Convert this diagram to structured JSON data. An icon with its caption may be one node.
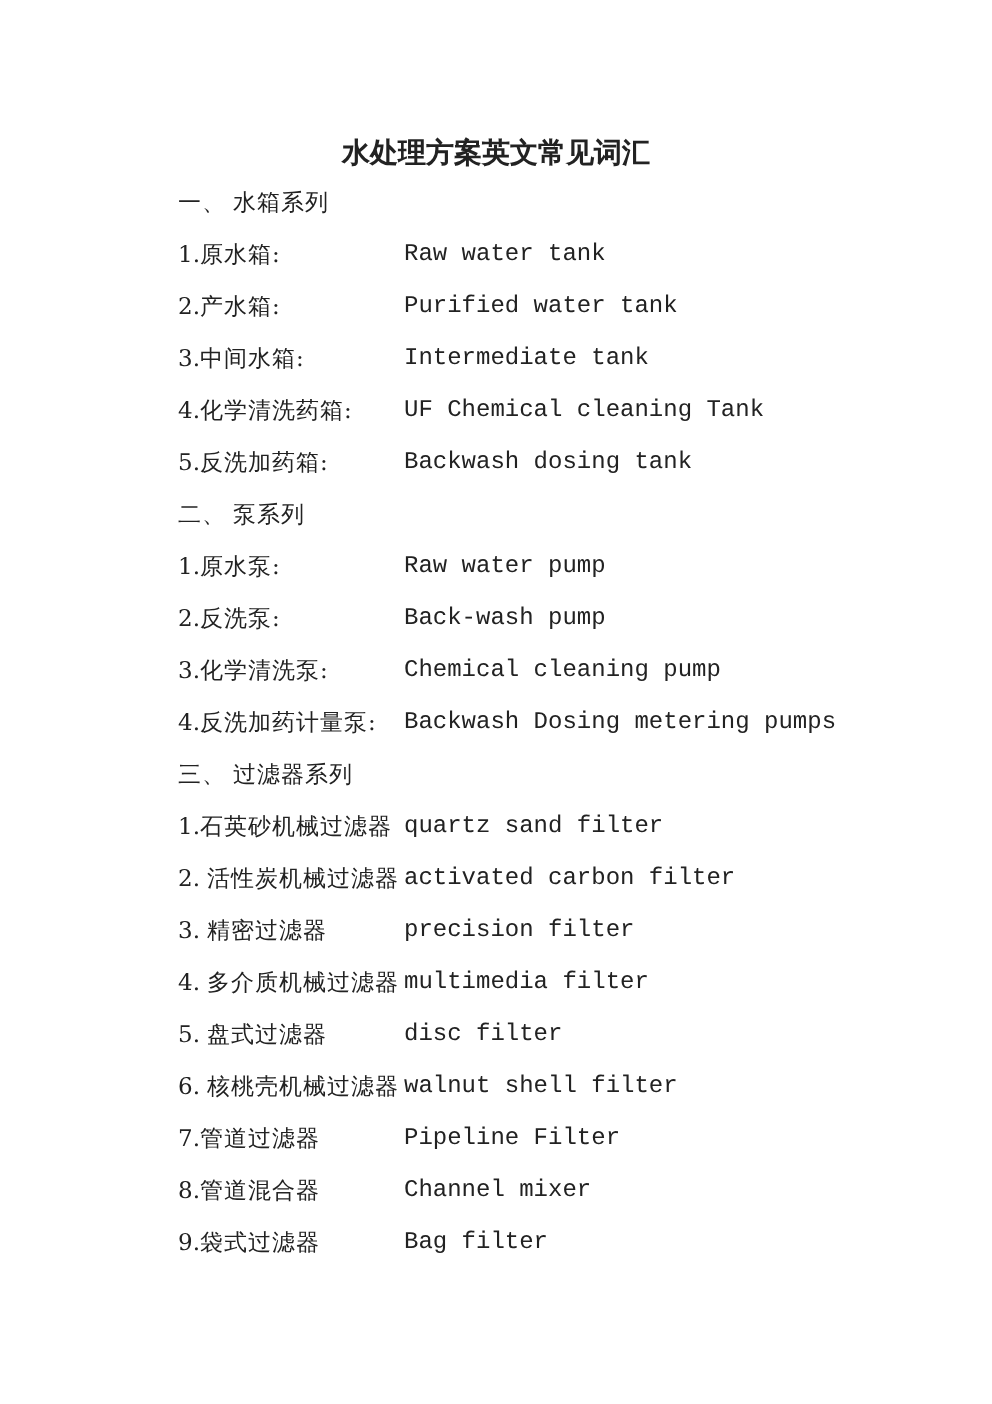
{
  "diagram": {
    "title": "水处理方案英文常见词汇",
    "labels": [
      "一、 水箱系列",
      "1.原水箱:",
      "Raw water tank",
      "2.产水箱:",
      "Purified water tank",
      "3.中间水箱:",
      "Intermediate tank",
      "4.化学清洗药箱:",
      "UF Chemical cleaning Tank",
      "5.反洗加药箱:",
      "Backwash dosing tank",
      "二、 泵系列",
      "1.原水泵:",
      "Raw water pump",
      "2.反洗泵:",
      "Back-wash pump",
      "3.化学清洗泵:",
      "Chemical cleaning pump",
      "4.反洗加药计量泵:",
      "Backwash Dosing metering pumps",
      "三、 过滤器系列",
      "1.石英砂机械过滤器",
      "quartz sand filter",
      "2. 活性炭机械过滤器",
      "activated carbon filter",
      "3. 精密过滤器",
      "precision filter",
      "4. 多介质机械过滤器",
      "multimedia filter",
      "5. 盘式过滤器",
      "disc filter",
      "6. 核桃壳机械过滤器",
      "walnut shell filter",
      "7.管道过滤器",
      "Pipeline Filter",
      "8.管道混合器",
      "Channel mixer",
      "9.袋式过滤器",
      "Bag filter"
    ]
  }
}
